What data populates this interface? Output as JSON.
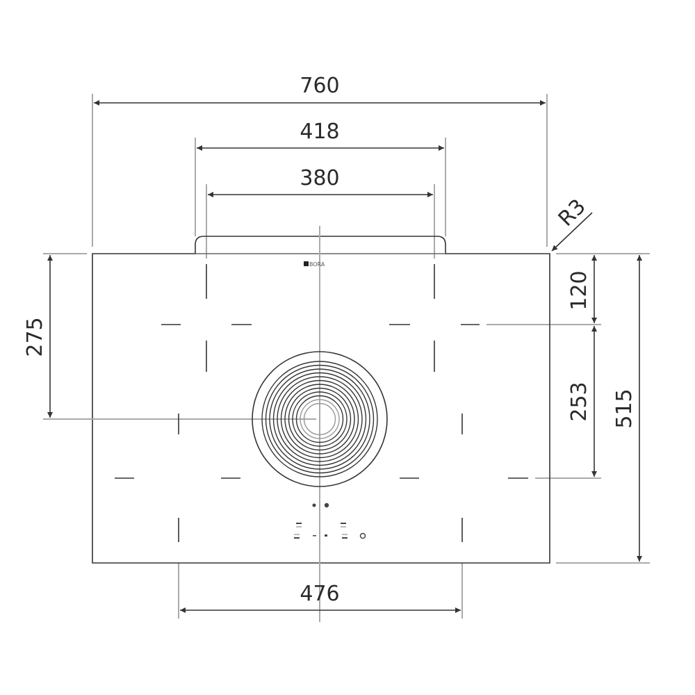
{
  "title": "Cooktop with integrated extractor – dimension drawing",
  "logo": "BORA",
  "dimensions": {
    "overall_width": "760",
    "cutout_top_width": "418",
    "inner_top_width": "380",
    "bottom_width": "476",
    "left_height": "275",
    "right_upper": "120",
    "right_middle": "253",
    "overall_depth": "515",
    "corner_radius": "R3"
  },
  "colors": {
    "line": "#333333",
    "center_line": "#aaaaaa"
  }
}
